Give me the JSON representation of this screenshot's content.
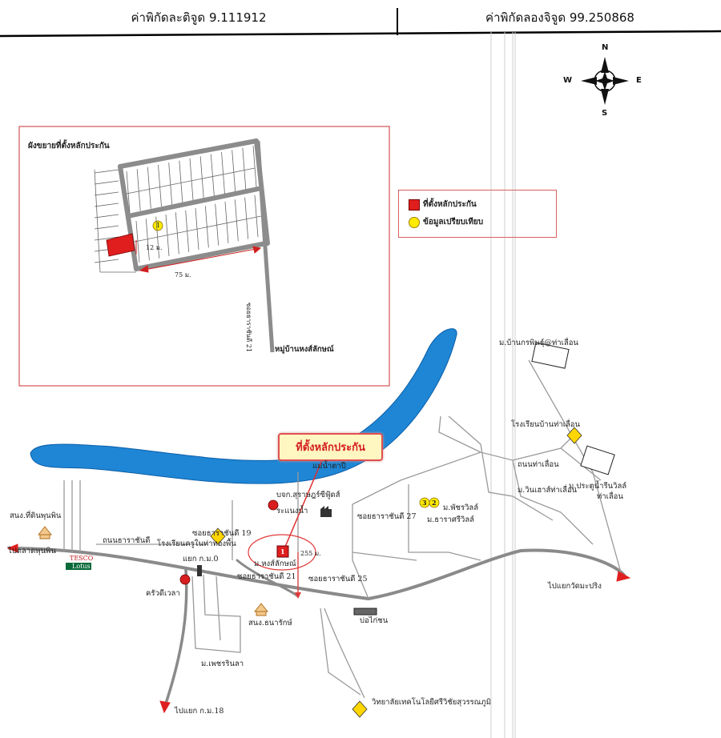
{
  "header": {
    "latitude": "ค่าพิกัดละติจูด 9.111912",
    "longitude": "ค่าพิกัดลองจิจูด 99.250868"
  },
  "compass": {
    "north": "N",
    "south": "S",
    "east": "E",
    "west": "W"
  },
  "legend": {
    "collateral": "ที่ตั้งหลักประกัน",
    "comparables": "ข้อมูลเปรียบเทียบ"
  },
  "inset": {
    "title": "ผังขยายที่ตั้งหลักประกัน",
    "width_label": "12 ม.",
    "length_label": "75 ม.",
    "road_label": "ซอยธาราชันดี 21",
    "village_label": "หมู่บ้านหงส์ลักษณ์",
    "marker": "1"
  },
  "callout": "ที่ตั้งหลักประกัน",
  "markers": {
    "m1": "1",
    "m2": "2",
    "m3": "3"
  },
  "labels": {
    "village_top": "ม.บ้านกรพินธุ์@ท่าเลื่อน",
    "school_tha": "โรงเรียนบ้านท่าเลื่อน",
    "tha_luean_road": "ถนนท่าเลื่อน",
    "prachuap_village": "ม.ประตูน้ำรีนวิลล์",
    "tha_luean": "ท่าเลื่อน",
    "winhouse": "ม.วินเฮาส์ท่าเลื่อน",
    "phachara_ville": "ม.พัชรวิลล์",
    "tara_srivilla": "ม.ธาราศรีวิลล์",
    "soi27": "ซอยธาราชันดี 27",
    "soi25": "ซอยธาราชันดี 25",
    "soi21": "ซอยธาราชันดี 21",
    "soi19": "ซอยธาราชันดี 19",
    "river": "แม่น้ำตาปี",
    "school_sri": "บจก.สุราษฎร์ซีฟู้ดส์",
    "rainbow": "ระแนงน้ำ",
    "thara_road": "ถนนธาราชันดี",
    "school_kru": "โรงเรียนครูในท่าทองพื้น",
    "junction": "แยก ก.ม.0",
    "to_market": "ไปตลาดพุนพิน",
    "tesco": "TESCO",
    "lotus": "Lotus",
    "temple_left": "สนง.ที่ดินพุนพิน",
    "kruakrua": "ครัวดีเวลา",
    "hongsa": "ม.หงส์ลักษณ์",
    "dist_255": "255 ม.",
    "temple_bottom": "สนง.ธนารักษ์",
    "bo_kai": "บ่อไก่ชน",
    "to_wat": "ไปแยกวัดมะปริง",
    "petcharinla": "ม.เพชรรินลา",
    "to_km18": "ไปแยก ก.ม.18",
    "college": "วิทยาลัยเทคโนโลยีศรีวิชัยสุวรรณภูมิ"
  }
}
